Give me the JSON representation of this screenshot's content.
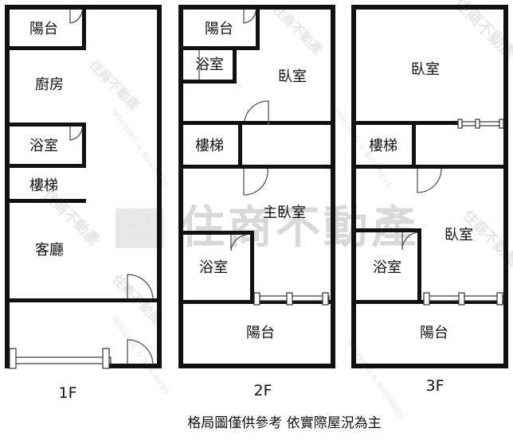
{
  "floors": [
    {
      "label": "1F",
      "rooms": {
        "balcony_top": "陽台",
        "kitchen": "廚房",
        "bathroom": "浴室",
        "stairs": "樓梯",
        "living_room": "客廳"
      }
    },
    {
      "label": "2F",
      "rooms": {
        "balcony_top": "陽台",
        "bathroom_top": "浴室",
        "bedroom": "臥室",
        "stairs": "樓梯",
        "master_bedroom": "主臥室",
        "bathroom": "浴室",
        "balcony_bottom": "陽台"
      }
    },
    {
      "label": "3F",
      "rooms": {
        "bedroom_top": "臥室",
        "stairs": "樓梯",
        "bedroom": "臥室",
        "bathroom": "浴室",
        "balcony_bottom": "陽台"
      }
    }
  ],
  "footnote": "格局圖僅供參考 依實際屋況為主",
  "watermark": {
    "main": "住商不動產",
    "logo_top": "住商",
    "logo_bottom": "不動產",
    "english": "HOUSING & BUSINESS"
  }
}
